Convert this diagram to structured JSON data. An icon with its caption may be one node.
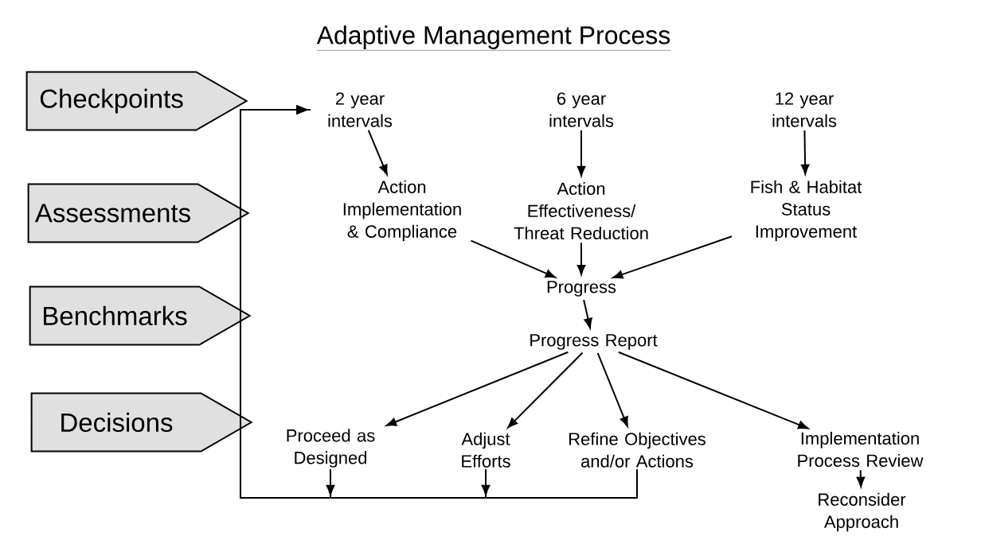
{
  "diagram": {
    "title": "Adaptive Management Process",
    "nodes": [
      {
        "text": [
          "Checkpoints"
        ]
      },
      {
        "text": [
          "Assessments"
        ]
      },
      {
        "text": [
          "Benchmarks"
        ]
      },
      {
        "text": [
          "Decisions"
        ]
      },
      {
        "text": [
          "2 year intervals"
        ]
      },
      {
        "text": [
          "6 year intervals"
        ]
      },
      {
        "text": [
          "12 year intervals"
        ]
      },
      {
        "text": [
          "Action Implementation & Compliance"
        ]
      },
      {
        "text": [
          "Action Effectiveness/ Threat Reduction"
        ]
      },
      {
        "text": [
          "Fish & Habitat Status Improvement"
        ]
      },
      {
        "text": [
          "Progress"
        ]
      },
      {
        "text": [
          "Progress Report"
        ]
      },
      {
        "text": [
          "Proceed as Designed"
        ]
      },
      {
        "text": [
          "Adjust Efforts"
        ]
      },
      {
        "text": [
          "Refine Objectives and/or Actions"
        ]
      },
      {
        "text": [
          "Implementation Process Review"
        ]
      },
      {
        "text": [
          "Reconsider Approach"
        ]
      }
    ],
    "edges": [
      {
        "from": 4,
        "to": 7,
        "arrow": "to"
      },
      {
        "from": 5,
        "to": 8,
        "arrow": "to"
      },
      {
        "from": 6,
        "to": 9,
        "arrow": "to"
      },
      {
        "from": 7,
        "to": 10,
        "arrow": "to"
      },
      {
        "from": 8,
        "to": 10,
        "arrow": "to"
      },
      {
        "from": 9,
        "to": 10,
        "arrow": "to"
      },
      {
        "from": 10,
        "to": 11,
        "arrow": "to"
      },
      {
        "from": 11,
        "to": 12,
        "arrow": "to"
      },
      {
        "from": 11,
        "to": 13,
        "arrow": "to"
      },
      {
        "from": 11,
        "to": 14,
        "arrow": "to"
      },
      {
        "from": 11,
        "to": 15,
        "arrow": "to"
      },
      {
        "from": 15,
        "to": 16,
        "arrow": "to"
      },
      {
        "from": 12,
        "to": 4,
        "arrow": "to"
      },
      {
        "from": 13,
        "to": 4,
        "arrow": "to"
      },
      {
        "from": 14,
        "to": 4,
        "arrow": "to"
      }
    ]
  }
}
